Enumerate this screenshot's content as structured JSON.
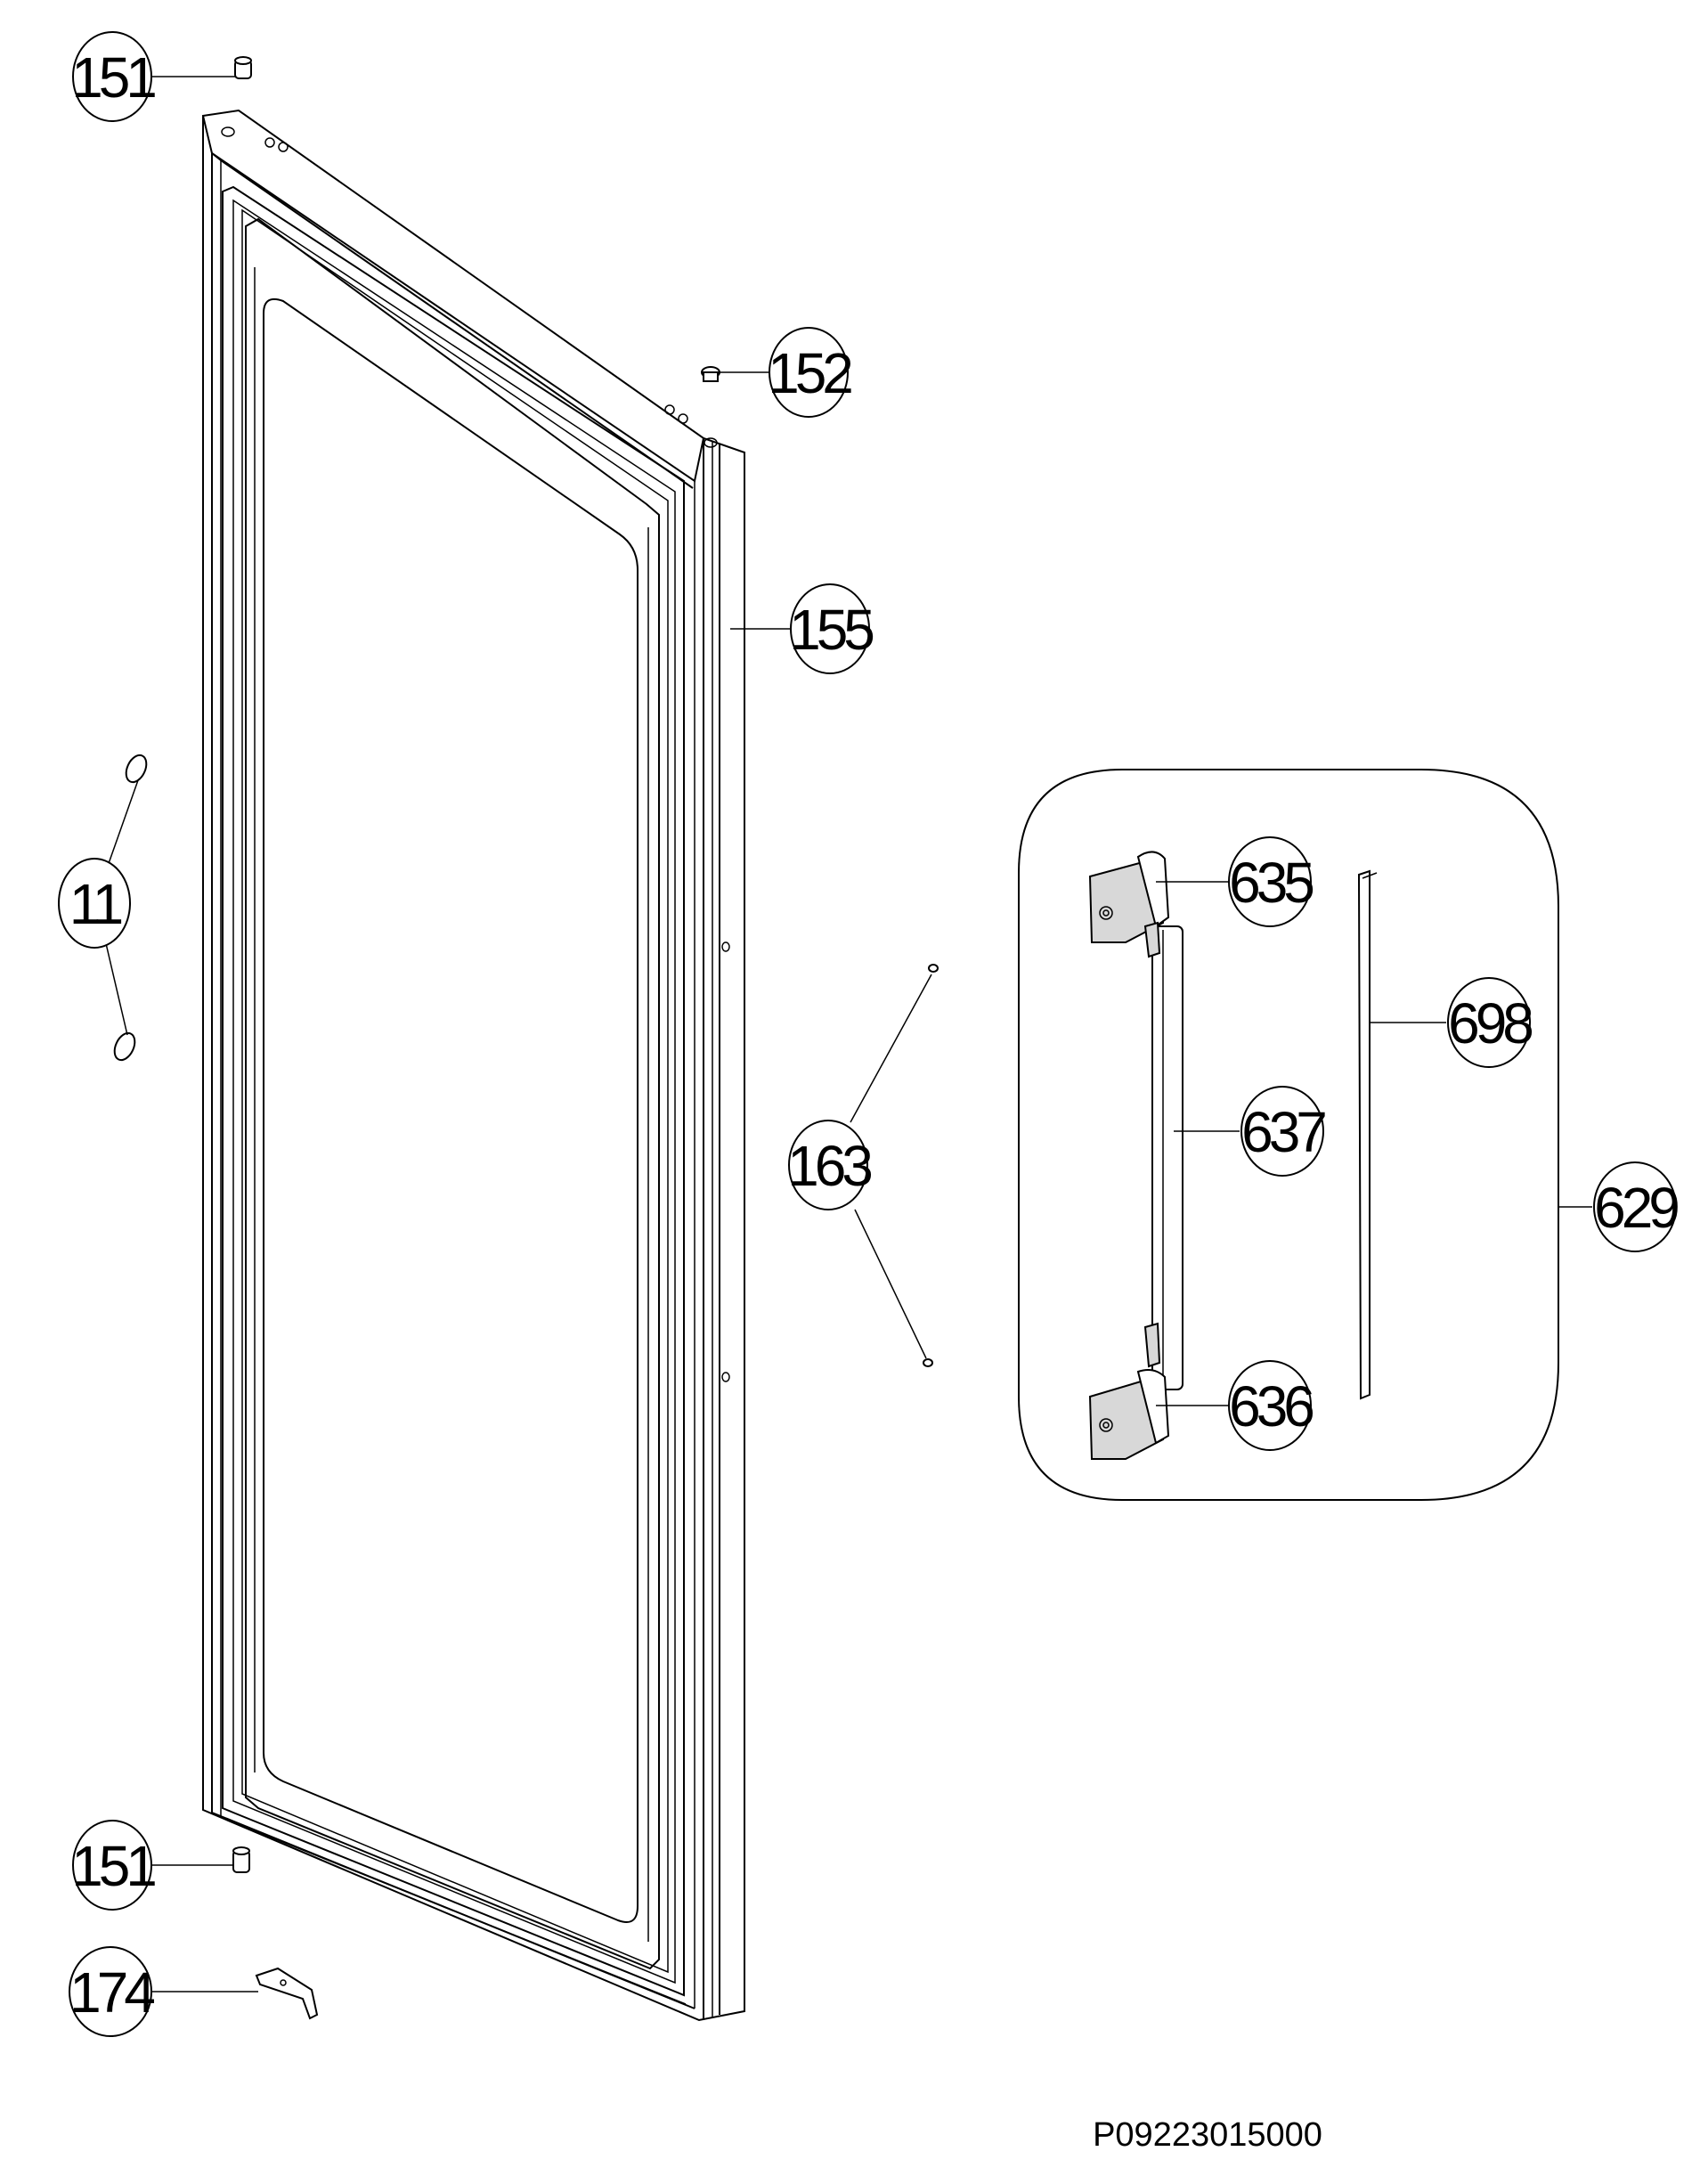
{
  "callouts": {
    "c151_top": "151",
    "c152": "152",
    "c155": "155",
    "c11": "11",
    "c163": "163",
    "c635": "635",
    "c698": "698",
    "c637": "637",
    "c629": "629",
    "c636": "636",
    "c151_bottom": "151",
    "c174": "174"
  },
  "drawing_code": "P09223015000"
}
